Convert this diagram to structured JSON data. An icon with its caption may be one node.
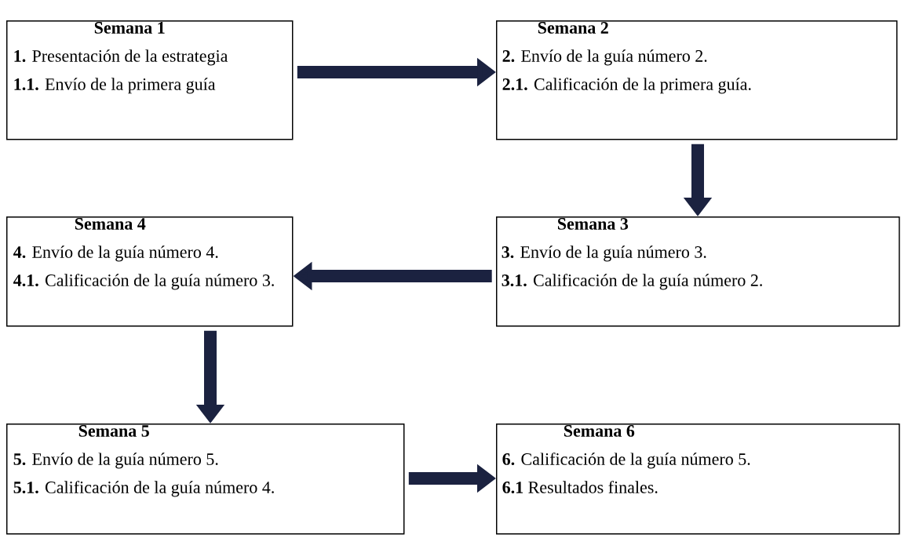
{
  "diagram": {
    "nodes": [
      {
        "text": [
          "Semana 1",
          "**1.** Presentación de la estrategia",
          "**1.1.** Envío de la primera guía"
        ]
      },
      {
        "text": [
          "Semana 2",
          "**2.** Envío de la guía número 2.",
          "**2.1.** Calificación de la primera guía."
        ]
      },
      {
        "text": [
          "Semana 3",
          "**3.** Envío de la guía número 3.",
          "**3.1.** Calificación de la guía número 2."
        ]
      },
      {
        "text": [
          "Semana 4",
          "**4.** Envío de la guía número 4.",
          "**4.1.** Calificación de la guía número 3."
        ]
      },
      {
        "text": [
          "Semana 5",
          "**5.** Envío de la guía número 5.",
          "**5.1.** Calificación de la guía número 4."
        ]
      },
      {
        "text": [
          "Semana 6",
          "**6.** Calificación de la guía número 5.",
          "**6.1** Resultados finales."
        ]
      }
    ],
    "edges": [
      {
        "from": 0,
        "to": 1,
        "arrow": "to"
      },
      {
        "from": 1,
        "to": 2,
        "arrow": "to"
      },
      {
        "from": 2,
        "to": 3,
        "arrow": "to"
      },
      {
        "from": 3,
        "to": 4,
        "arrow": "to"
      },
      {
        "from": 4,
        "to": 5,
        "arrow": "to"
      }
    ]
  }
}
